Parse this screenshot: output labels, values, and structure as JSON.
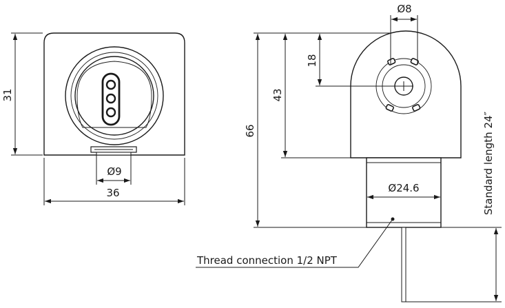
{
  "labels": {
    "front_height": "31",
    "connector_dia": "Ø9",
    "front_width": "36",
    "pin_dia": "Ø8",
    "center_height": "18",
    "mid_height": "43",
    "total_height": "66",
    "body_dia": "Ø24.6",
    "standard_length": "Standard length 24″",
    "thread": "Thread connection 1/2 NPT"
  }
}
